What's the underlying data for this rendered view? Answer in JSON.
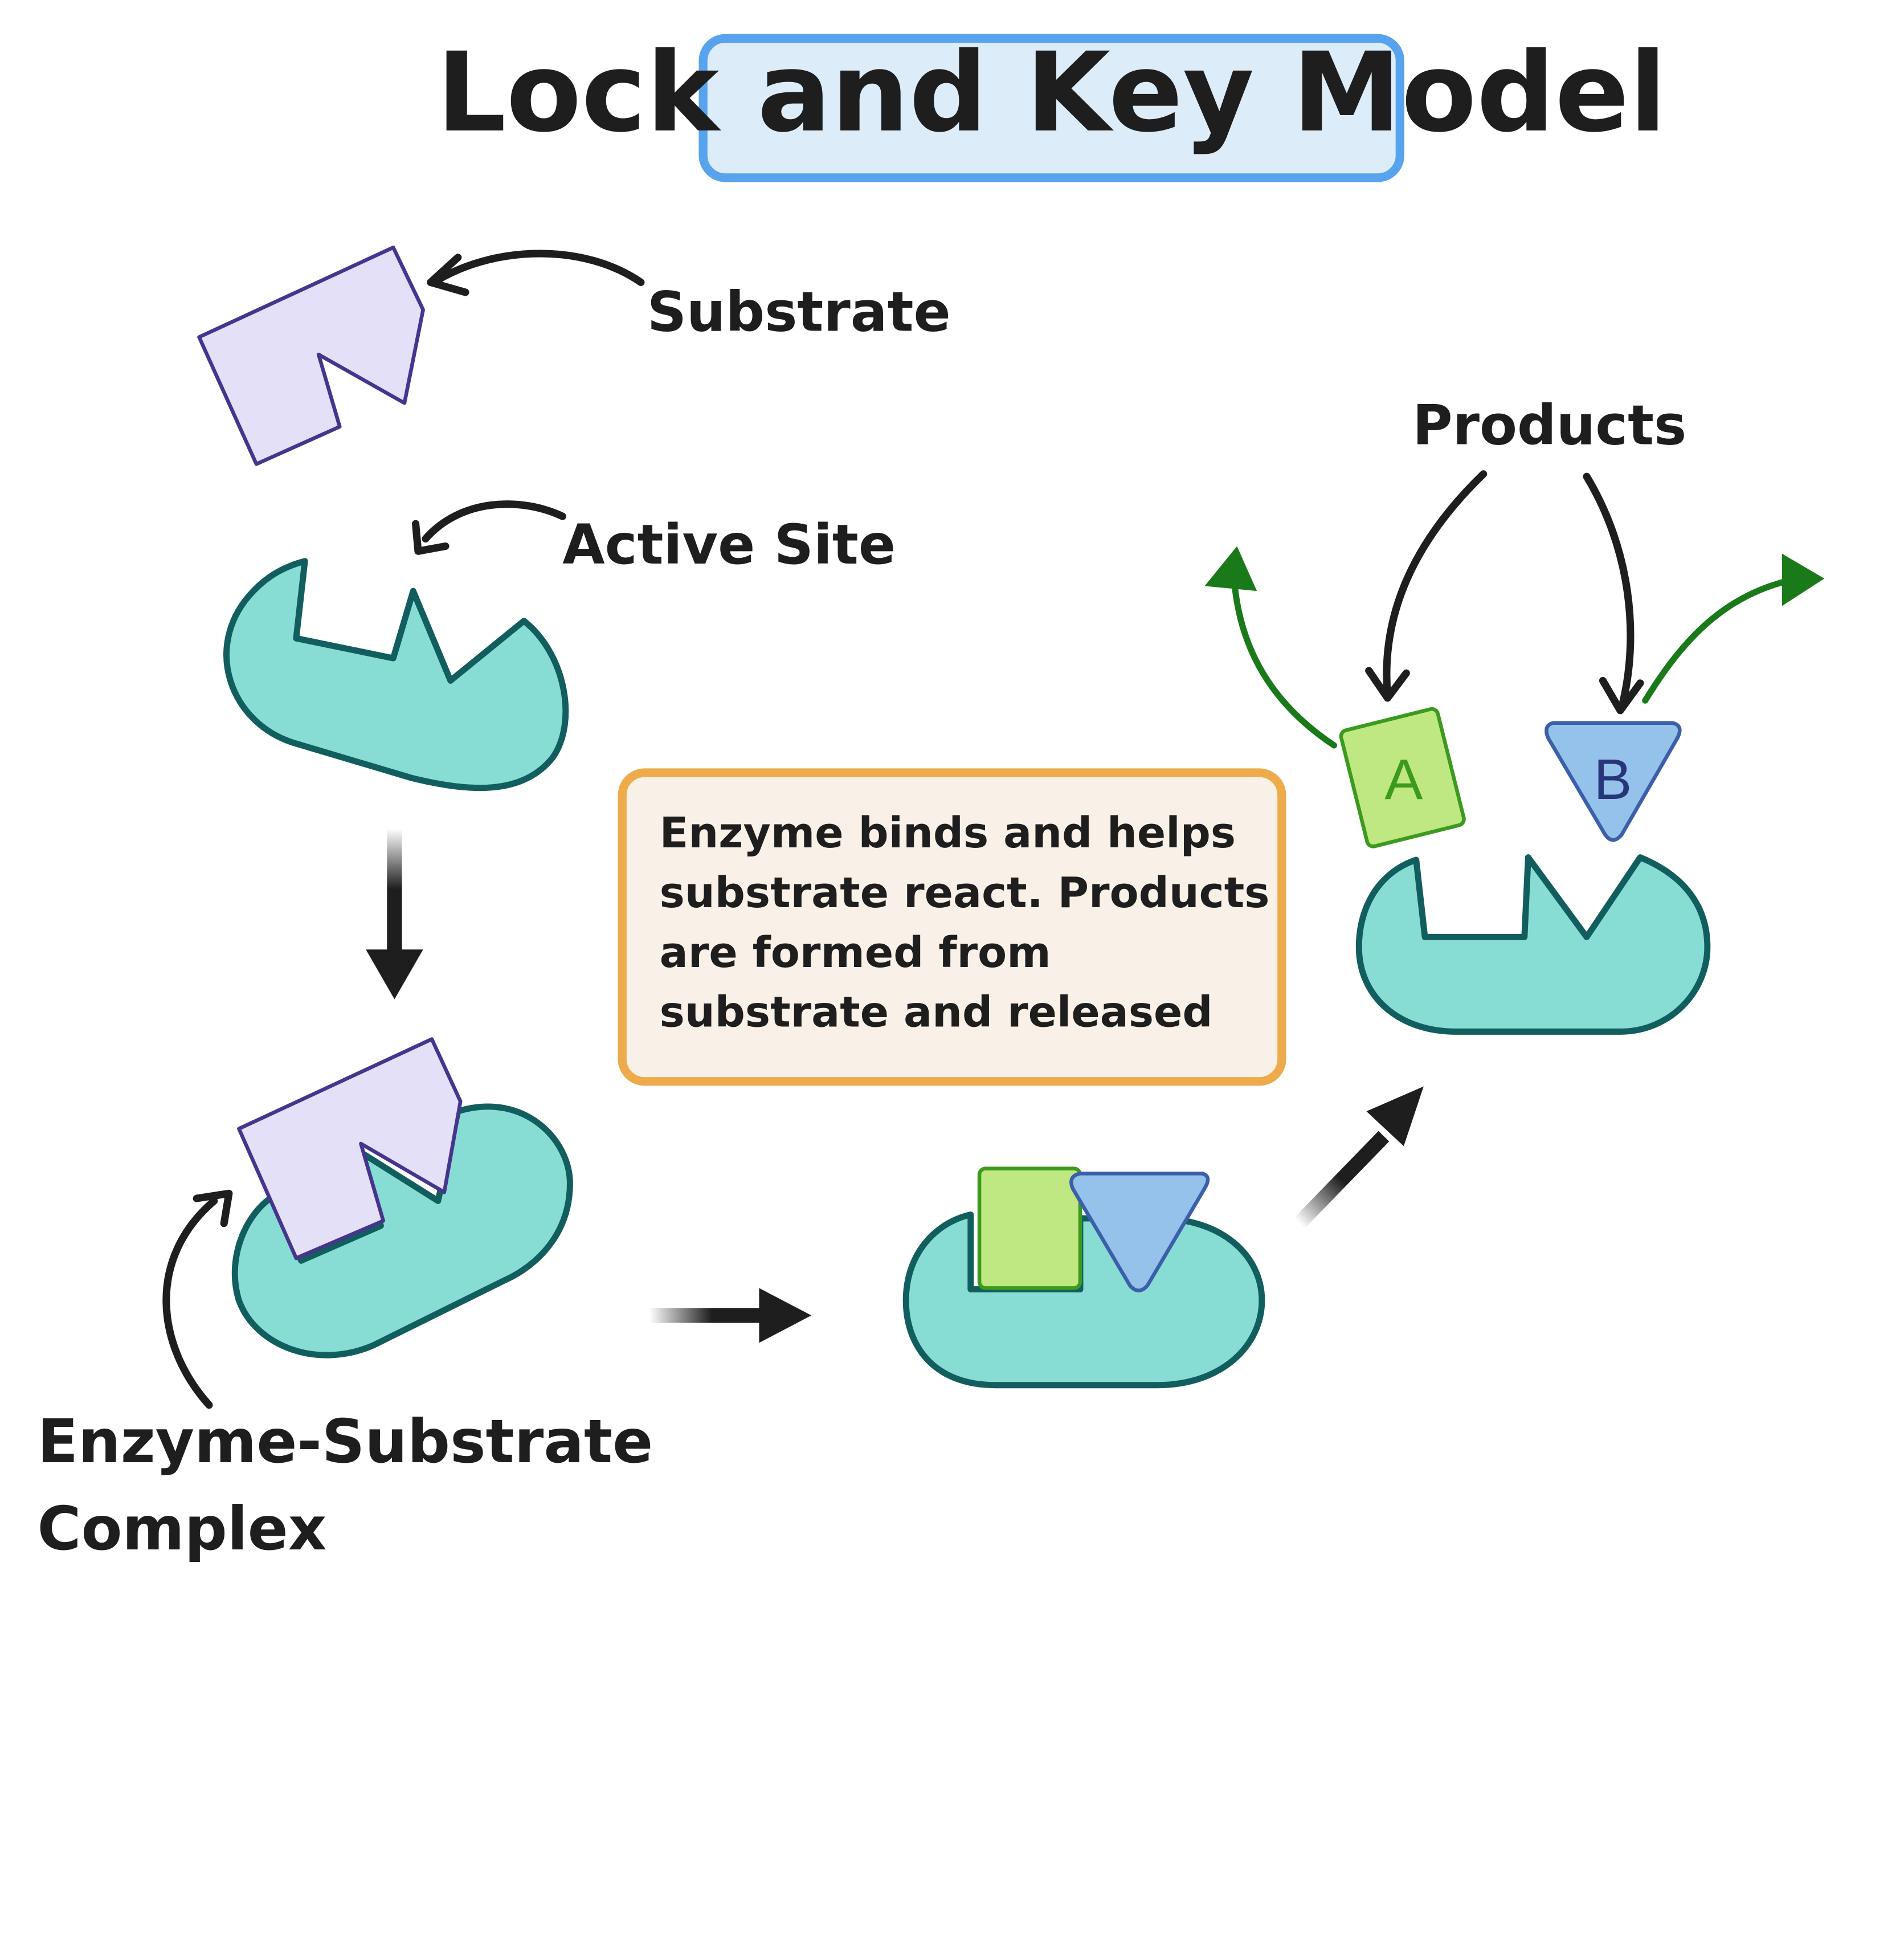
{
  "title": "Lock and Key Model",
  "labels": {
    "substrate": "Substrate",
    "active_site": "Active Site",
    "products": "Products",
    "complex_line1": "Enzyme-Substrate",
    "complex_line2": "Complex"
  },
  "note": {
    "line1": "Enzyme binds and helps",
    "line2": "substrate react. Products",
    "line3": "are formed from",
    "line4": "substrate and released"
  },
  "products": {
    "a": "A",
    "b": "B"
  },
  "colors": {
    "enzyme_fill": "#87ddd4",
    "enzyme_stroke": "#125e5e",
    "substrate_fill": "#e3e0f7",
    "substrate_stroke": "#47348c",
    "product_a_fill": "#bfe882",
    "product_a_stroke": "#3c9a1e",
    "product_b_fill": "#95c2ea",
    "product_b_stroke": "#3b5fa8",
    "title_box_fill": "#dcecf9",
    "title_box_stroke": "#58a3ee",
    "note_box_fill": "#f9f1e7",
    "note_box_stroke": "#eeab4c",
    "release_arrow": "#1a7a1a",
    "arrow": "#1e1e1e"
  }
}
